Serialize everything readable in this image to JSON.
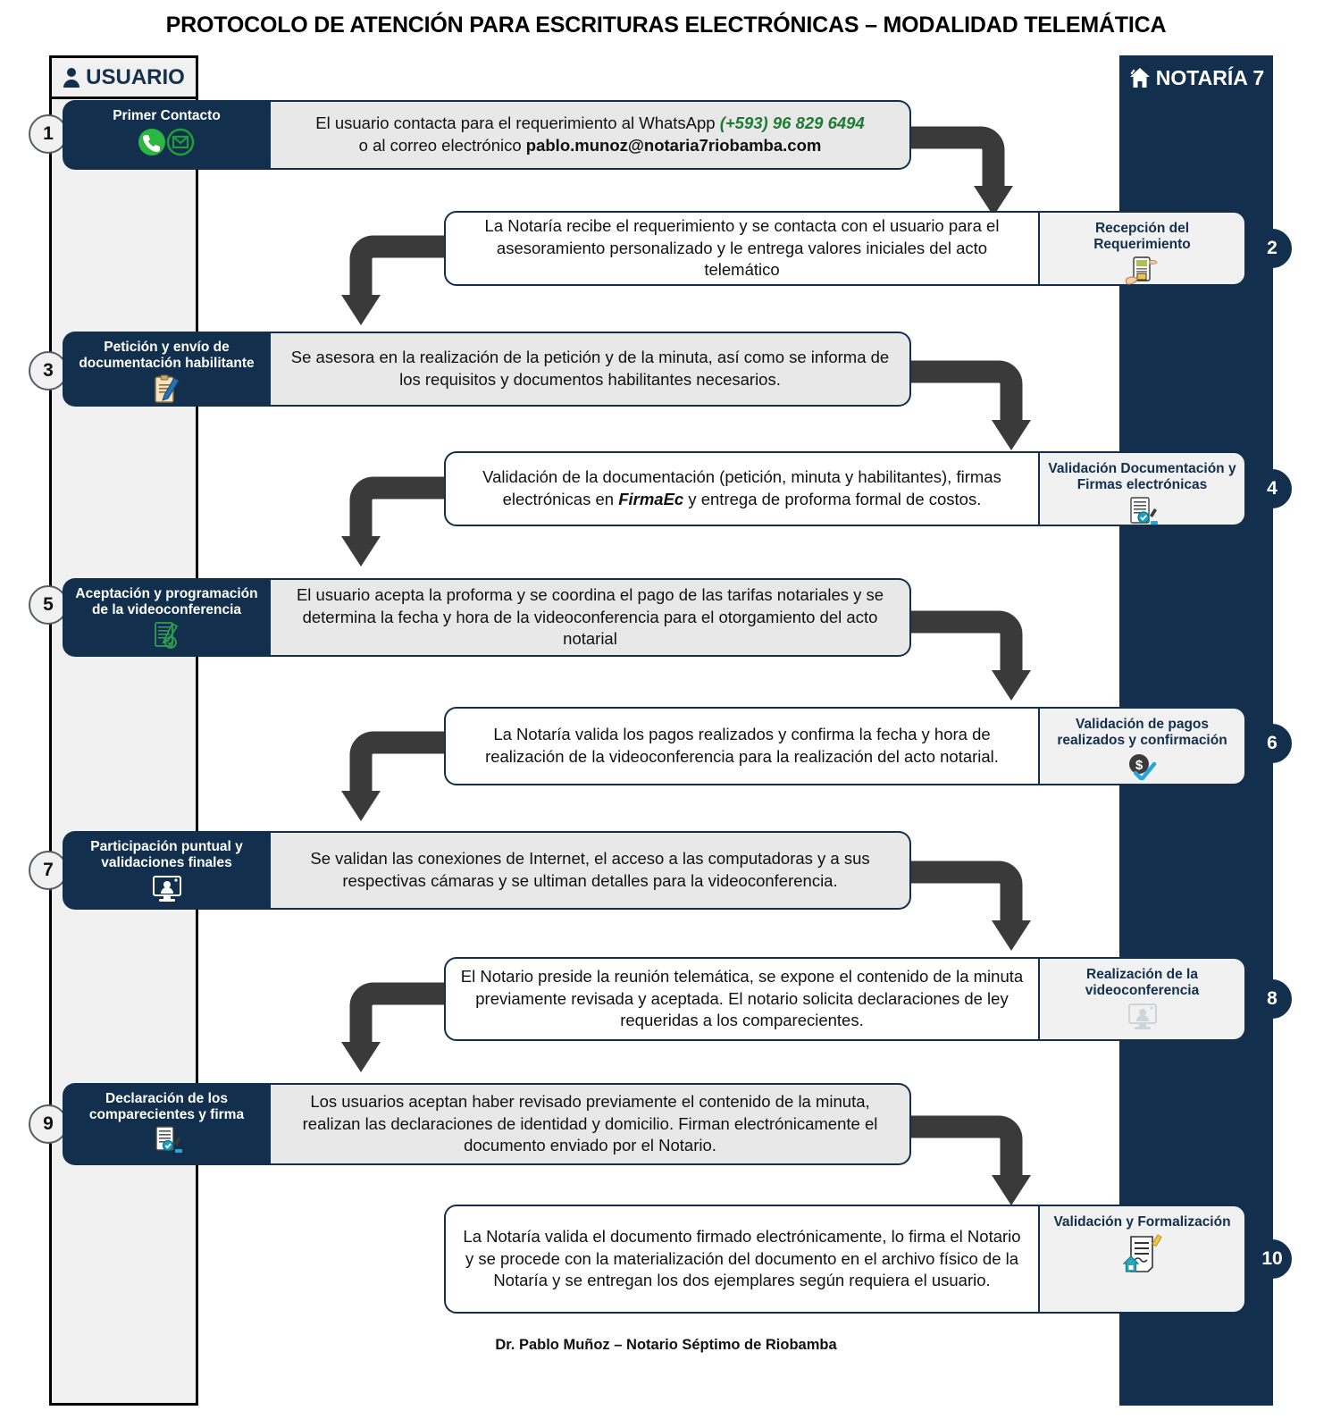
{
  "title": "PROTOCOLO DE ATENCIÓN PARA ESCRITURAS ELECTRÓNICAS – MODALIDAD TELEMÁTICA",
  "lanes": {
    "left": {
      "label": "USUARIO",
      "icon": "user-icon"
    },
    "right": {
      "label": "NOTARÍA 7",
      "icon": "house-icon"
    }
  },
  "colors": {
    "navy": "#12304d",
    "gray_body": "#e8e8e8",
    "lane_gray": "#f1f1f1",
    "arrow": "#3a3a3a",
    "accent_green": "#1f7a33"
  },
  "steps": [
    {
      "number": "1",
      "side": "left",
      "label": "Primer Contacto",
      "icons": [
        "whatsapp-icon",
        "email-icon"
      ],
      "text_parts": [
        {
          "t": "El usuario contacta para el requerimiento al WhatsApp ",
          "style": "normal"
        },
        {
          "t": "(+593) 96 829 6494",
          "style": "green-bold-italic"
        },
        {
          "t": " o al correo electrónico ",
          "style": "normal"
        },
        {
          "t": "pablo.munoz@notaria7riobamba.com",
          "style": "bold"
        }
      ],
      "text": "El usuario contacta para el requerimiento al WhatsApp (+593) 96 829 6494 o al correo electrónico pablo.munoz@notaria7riobamba.com"
    },
    {
      "number": "2",
      "side": "right",
      "label": "Recepción del Requerimiento",
      "icons": [
        "document-hand-icon"
      ],
      "text": "La Notaría recibe el requerimiento y se contacta con el usuario para el asesoramiento personalizado y le entrega valores iniciales del acto telemático"
    },
    {
      "number": "3",
      "side": "left",
      "label": "Petición y envío de documentación habilitante",
      "icons": [
        "clipboard-pencil-icon"
      ],
      "text": "Se asesora en la realización de la petición y de la minuta, así como se informa de los requisitos y documentos habilitantes necesarios."
    },
    {
      "number": "4",
      "side": "right",
      "label": "Validación Documentación y Firmas electrónicas",
      "icons": [
        "document-verified-icon"
      ],
      "text_parts": [
        {
          "t": "Validación de la documentación (petición, minuta y habilitantes), firmas electrónicas en ",
          "style": "normal"
        },
        {
          "t": "FirmaEc",
          "style": "bold-italic"
        },
        {
          "t": " y entrega de proforma formal de costos.",
          "style": "normal"
        }
      ],
      "text": "Validación de la documentación (petición, minuta y habilitantes), firmas electrónicas en FirmaEc y entrega de proforma formal de costos."
    },
    {
      "number": "5",
      "side": "left",
      "label": "Aceptación y programación de la videoconferencia",
      "icons": [
        "signed-document-check-icon"
      ],
      "text": "El usuario acepta la proforma y se coordina el pago de las tarifas notariales y se determina la fecha y hora de la videoconferencia para el otorgamiento del acto notarial"
    },
    {
      "number": "6",
      "side": "right",
      "label": "Validación de pagos realizados y confirmación",
      "icons": [
        "money-check-icon"
      ],
      "text": "La Notaría valida los pagos realizados y confirma la fecha y hora de realización de la videoconferencia para la realización del acto notarial."
    },
    {
      "number": "7",
      "side": "left",
      "label": "Participación puntual y validaciones finales",
      "icons": [
        "video-call-icon"
      ],
      "text": "Se validan las conexiones de Internet, el acceso a las computadoras y a sus respectivas cámaras y se ultiman detalles para la videoconferencia."
    },
    {
      "number": "8",
      "side": "right",
      "label": "Realización de la videoconferencia",
      "icons": [
        "video-call-icon"
      ],
      "text": "El Notario preside la reunión telemática, se expone el contenido de la minuta previamente revisada y aceptada. El notario solicita declaraciones de ley requeridas a los comparecientes."
    },
    {
      "number": "9",
      "side": "left",
      "label": "Declaración de los comparecientes y firma",
      "icons": [
        "document-verified-icon"
      ],
      "text": "Los usuarios aceptan haber revisado previamente el contenido de la minuta, realizan las declaraciones de identidad y domicilio. Firman electrónicamente el documento enviado por el Notario."
    },
    {
      "number": "10",
      "side": "right",
      "label": "Validación y Formalización",
      "icons": [
        "notarized-document-icon"
      ],
      "text": "La Notaría valida el documento firmado electrónicamente, lo firma el Notario y se procede con la materialización del documento en el archivo físico de la Notaría y se entregan los dos ejemplares según requiera el usuario."
    }
  ],
  "footer": "Dr. Pablo Muñoz – Notario Séptimo de Riobamba"
}
